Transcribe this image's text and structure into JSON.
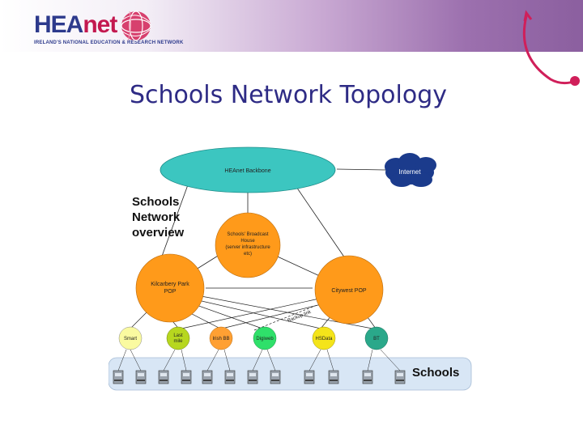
{
  "header": {
    "logo_text_a": "HEA",
    "logo_text_b": "net",
    "tagline": "IRELAND'S NATIONAL EDUCATION & RESEARCH NETWORK"
  },
  "slide": {
    "title": "Schools Network Topology"
  },
  "diagram": {
    "overview_lines": [
      "Schools",
      "Network",
      "overview"
    ],
    "backbone": "HEAnet Backbone",
    "internet": "Internet",
    "schools_house": [
      "Schools' Broadcast",
      "House",
      "(server infrastructure",
      "etc)"
    ],
    "kilcarbery": [
      "Kilcarbery Park",
      "POP"
    ],
    "citywest": "Citywest POP",
    "backup_link": "Backup link",
    "providers": [
      "Smart",
      "Last mile",
      "Irish BB",
      "Digiweb",
      "HSData",
      "BT"
    ],
    "schools_label": "Schools",
    "colors": {
      "backbone": "#3cc6c0",
      "pop": "#ff9a1a",
      "smart": "#fafaa0",
      "last_mile": "#b7d71f",
      "irish_bb": "#ffa033",
      "digiweb": "#2fe06a",
      "hsdata": "#f4e41a",
      "bt": "#2aa88a",
      "schools_bar": "#d8e6f5"
    }
  }
}
